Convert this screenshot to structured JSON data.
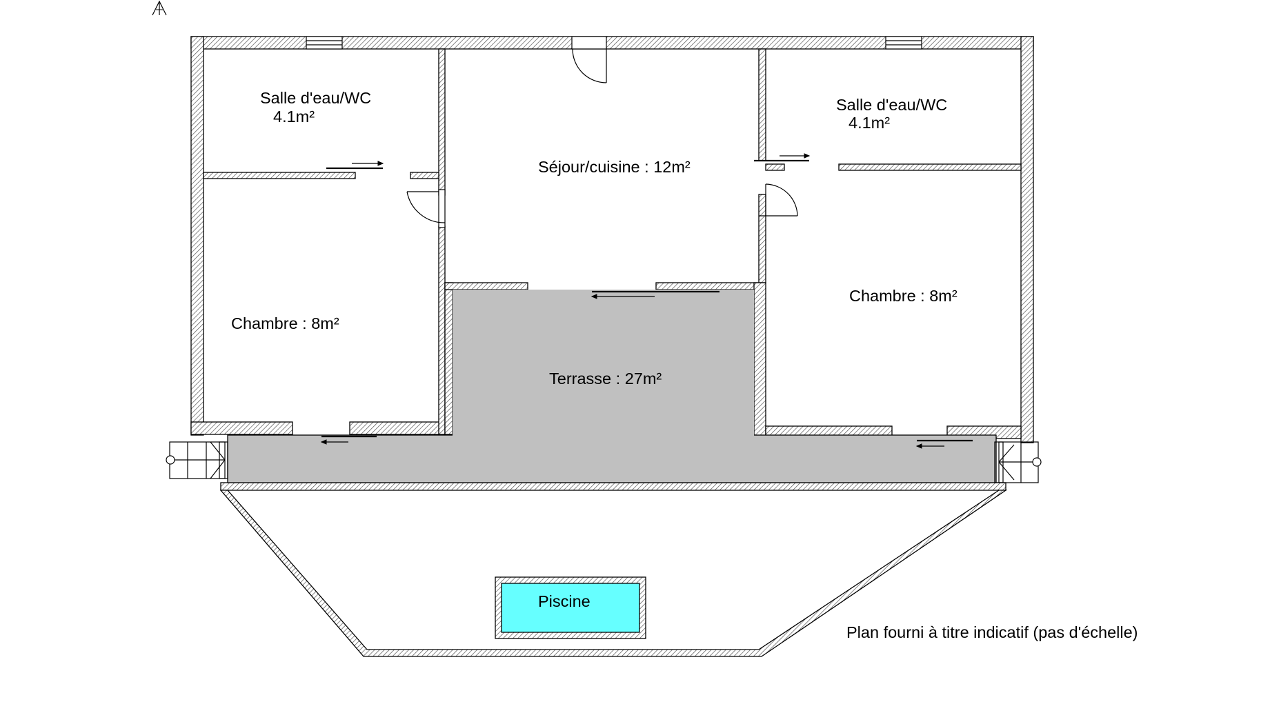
{
  "rooms": {
    "bath_left": {
      "name": "Salle d'eau/WC",
      "area": "4.1m²"
    },
    "bath_right": {
      "name": "Salle d'eau/WC",
      "area": "4.1m²"
    },
    "living": {
      "label": "Séjour/cuisine : 12m²"
    },
    "bedroom_left": {
      "label": "Chambre : 8m²"
    },
    "bedroom_right": {
      "label": "Chambre : 8m²"
    },
    "terrace": {
      "label": "Terrasse : 27m²"
    },
    "pool": {
      "label": "Piscine"
    }
  },
  "note": "Plan fourni à titre indicatif (pas d'échelle)",
  "colors": {
    "terrace_fill": "#c0c0c0",
    "pool_fill": "#66ffff",
    "wall_stroke": "#000000"
  },
  "icons": {
    "north_arrow": "north-arrow-icon"
  }
}
